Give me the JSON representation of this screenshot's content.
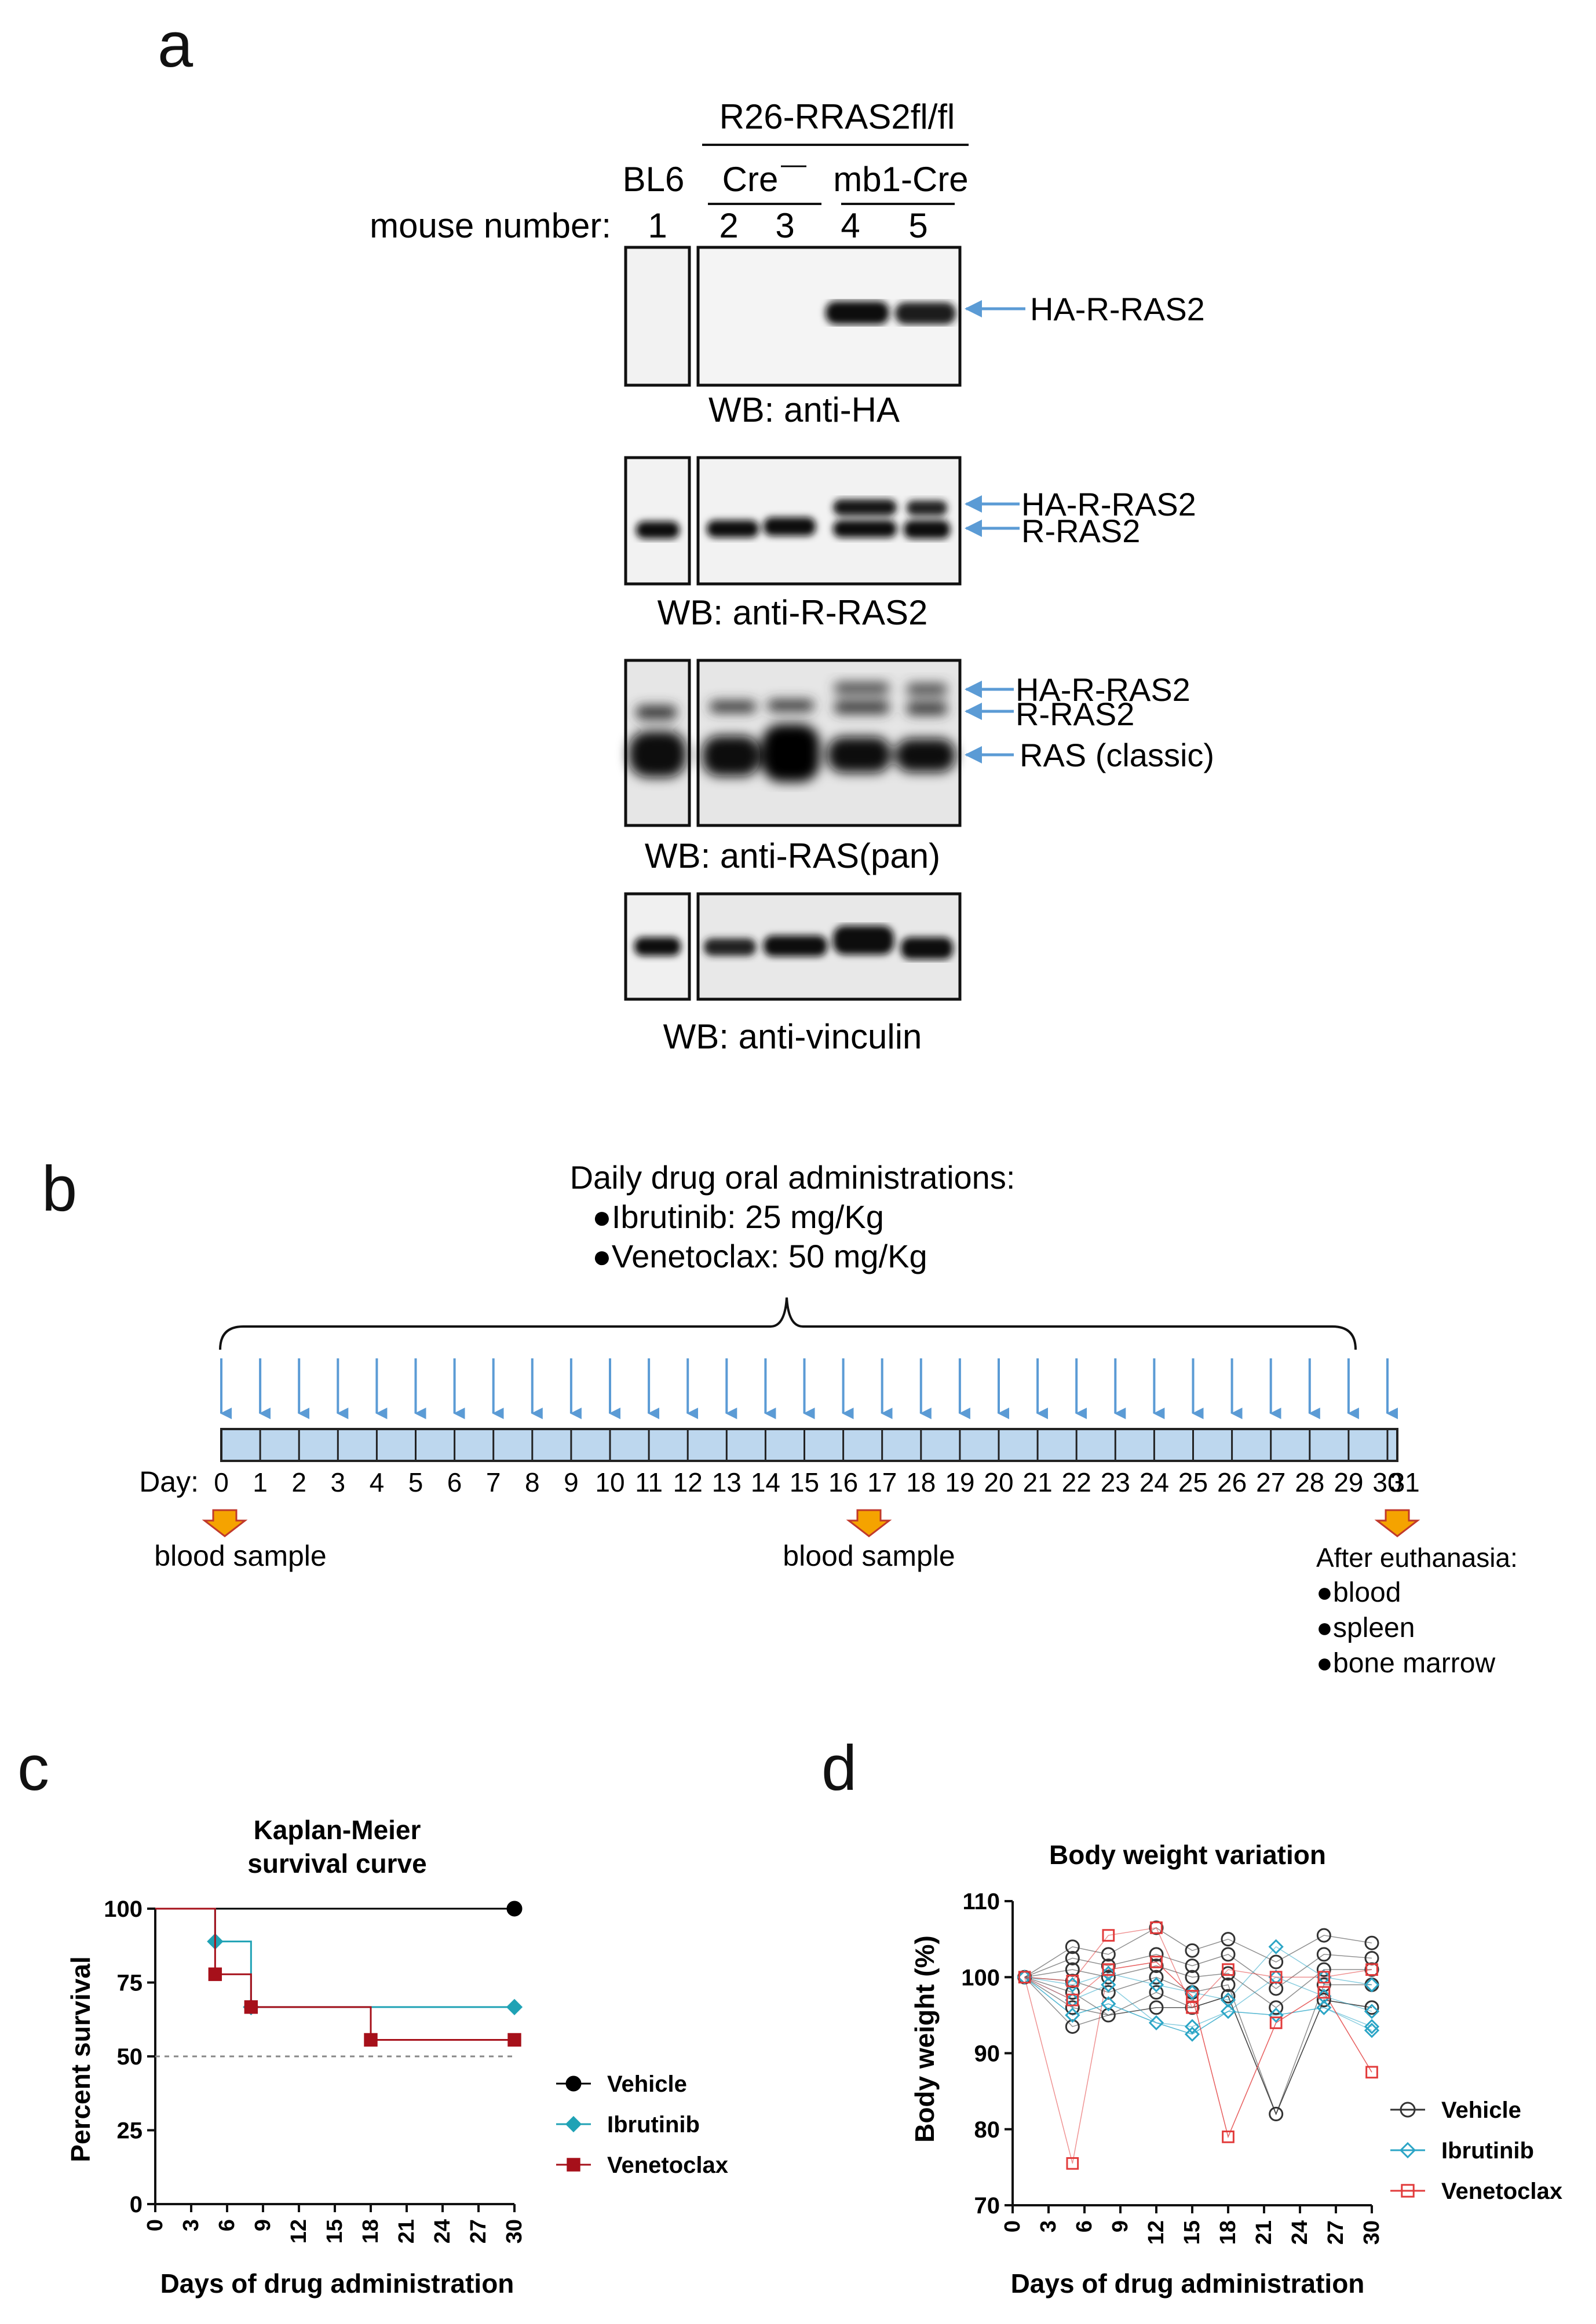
{
  "panel_a": {
    "letter": "a",
    "genotype": "R26-RRAS2fl/fl",
    "bl6": "BL6",
    "cre_neg": "Cre",
    "cre_neg_sup": "—",
    "mb1": "mb1-Cre",
    "mouse_number_label": "mouse number:",
    "lanes": [
      "1",
      "2",
      "3",
      "4",
      "5"
    ],
    "blots": [
      {
        "caption": "WB: anti-HA",
        "bands": [
          "HA-R-RAS2"
        ]
      },
      {
        "caption": "WB: anti-R-RAS2",
        "bands": [
          "HA-R-RAS2",
          "R-RAS2"
        ]
      },
      {
        "caption": "WB: anti-RAS(pan)",
        "bands": [
          "HA-R-RAS2",
          "R-RAS2",
          "RAS (classic)"
        ]
      },
      {
        "caption": "WB: anti-vinculin",
        "bands": []
      }
    ],
    "arrow_color": "#5b9bd5"
  },
  "panel_b": {
    "letter": "b",
    "heading": "Daily drug oral administrations:",
    "drugs": [
      "●Ibrutinib:  25 mg/Kg",
      "●Venetoclax: 50 mg/Kg"
    ],
    "day_label": "Day:",
    "days": [
      "0",
      "1",
      "2",
      "3",
      "4",
      "5",
      "6",
      "7",
      "8",
      "9",
      "10",
      "11",
      "12",
      "13",
      "14",
      "15",
      "16",
      "17",
      "18",
      "19",
      "20",
      "21",
      "22",
      "23",
      "24",
      "25",
      "26",
      "27",
      "28",
      "29",
      "30",
      "31"
    ],
    "blood_sample_1": "blood sample",
    "blood_sample_2": "blood sample",
    "after_title": "After euthanasia:",
    "after_items": [
      "●blood",
      "●spleen",
      "●bone marrow"
    ],
    "bar_color": "#bdd7ee",
    "sample_arrow_color": "#f5a300"
  },
  "chart_data": [
    {
      "type": "line",
      "panel": "c",
      "title": "Kaplan-Meier survival curve",
      "xlabel": "Days of drug administration",
      "ylabel": "Percent survival",
      "xlim": [
        0,
        30
      ],
      "ylim": [
        0,
        100
      ],
      "xticks": [
        0,
        3,
        6,
        9,
        12,
        15,
        18,
        21,
        24,
        27,
        30
      ],
      "yticks": [
        0,
        25,
        50,
        75,
        100
      ],
      "reference_line": 50,
      "legend_position": "right",
      "series": [
        {
          "name": "Vehicle",
          "color": "#000000",
          "marker": "circle",
          "x": [
            0,
            30
          ],
          "y": [
            100,
            100
          ]
        },
        {
          "name": "Ibrutinib",
          "color": "#1fa2b5",
          "marker": "diamond",
          "x": [
            0,
            5,
            8,
            30
          ],
          "y": [
            100,
            88.9,
            66.7,
            66.7
          ]
        },
        {
          "name": "Venetoclax",
          "color": "#a6101a",
          "marker": "square",
          "x": [
            0,
            5,
            8,
            18,
            30
          ],
          "y": [
            100,
            77.8,
            66.7,
            55.6,
            55.6
          ]
        }
      ]
    },
    {
      "type": "scatter",
      "panel": "d",
      "title": "Body weight variation",
      "xlabel": "Days of drug administration",
      "ylabel": "Body weight (%)",
      "xlim": [
        0,
        30
      ],
      "ylim": [
        70,
        110
      ],
      "xticks": [
        0,
        3,
        6,
        9,
        12,
        15,
        18,
        21,
        24,
        27,
        30
      ],
      "yticks": [
        70,
        80,
        90,
        100,
        110
      ],
      "legend_position": "right",
      "days": [
        1,
        5,
        8,
        12,
        15,
        18,
        22,
        26,
        30
      ],
      "series": [
        {
          "name": "Vehicle",
          "color": "#333333",
          "marker": "circle",
          "points": [
            [
              1,
              100
            ],
            [
              5,
              104
            ],
            [
              5,
              102.5
            ],
            [
              5,
              101
            ],
            [
              5,
              99.5
            ],
            [
              5,
              98
            ],
            [
              5,
              96
            ],
            [
              5,
              93.5
            ],
            [
              8,
              103
            ],
            [
              8,
              101.5
            ],
            [
              8,
              100
            ],
            [
              8,
              98
            ],
            [
              8,
              95
            ],
            [
              12,
              106.5
            ],
            [
              12,
              103
            ],
            [
              12,
              101.5
            ],
            [
              12,
              100
            ],
            [
              12,
              98
            ],
            [
              12,
              96
            ],
            [
              15,
              103.5
            ],
            [
              15,
              101.5
            ],
            [
              15,
              100
            ],
            [
              15,
              98
            ],
            [
              15,
              96
            ],
            [
              18,
              105
            ],
            [
              18,
              103
            ],
            [
              18,
              100.5
            ],
            [
              18,
              99
            ],
            [
              18,
              97.5
            ],
            [
              22,
              102
            ],
            [
              22,
              98.5
            ],
            [
              22,
              96
            ],
            [
              22,
              82
            ],
            [
              26,
              105.5
            ],
            [
              26,
              103
            ],
            [
              26,
              101
            ],
            [
              26,
              99
            ],
            [
              26,
              97
            ],
            [
              30,
              104.5
            ],
            [
              30,
              102.5
            ],
            [
              30,
              101
            ],
            [
              30,
              99
            ],
            [
              30,
              96
            ]
          ]
        },
        {
          "name": "Ibrutinib",
          "color": "#2ba5c6",
          "marker": "diamond",
          "points": [
            [
              1,
              100
            ],
            [
              5,
              99
            ],
            [
              5,
              97
            ],
            [
              5,
              95
            ],
            [
              8,
              100.5
            ],
            [
              8,
              99
            ],
            [
              8,
              96.5
            ],
            [
              12,
              99
            ],
            [
              12,
              94
            ],
            [
              15,
              98
            ],
            [
              15,
              93.5
            ],
            [
              15,
              92.5
            ],
            [
              18,
              97
            ],
            [
              18,
              95.5
            ],
            [
              22,
              104
            ],
            [
              22,
              100
            ],
            [
              22,
              95
            ],
            [
              26,
              100
            ],
            [
              26,
              97.5
            ],
            [
              26,
              96
            ],
            [
              30,
              99
            ],
            [
              30,
              95.5
            ],
            [
              30,
              93.5
            ],
            [
              30,
              93
            ]
          ]
        },
        {
          "name": "Venetoclax",
          "color": "#e23b3b",
          "marker": "square",
          "points": [
            [
              1,
              100
            ],
            [
              5,
              99.5
            ],
            [
              5,
              97
            ],
            [
              5,
              75.5
            ],
            [
              8,
              105.5
            ],
            [
              8,
              101
            ],
            [
              12,
              106.5
            ],
            [
              12,
              102
            ],
            [
              15,
              96
            ],
            [
              15,
              97.5
            ],
            [
              18,
              101
            ],
            [
              18,
              79
            ],
            [
              22,
              100
            ],
            [
              22,
              94
            ],
            [
              26,
              100
            ],
            [
              26,
              98
            ],
            [
              30,
              101
            ],
            [
              30,
              87.5
            ]
          ]
        }
      ]
    }
  ]
}
